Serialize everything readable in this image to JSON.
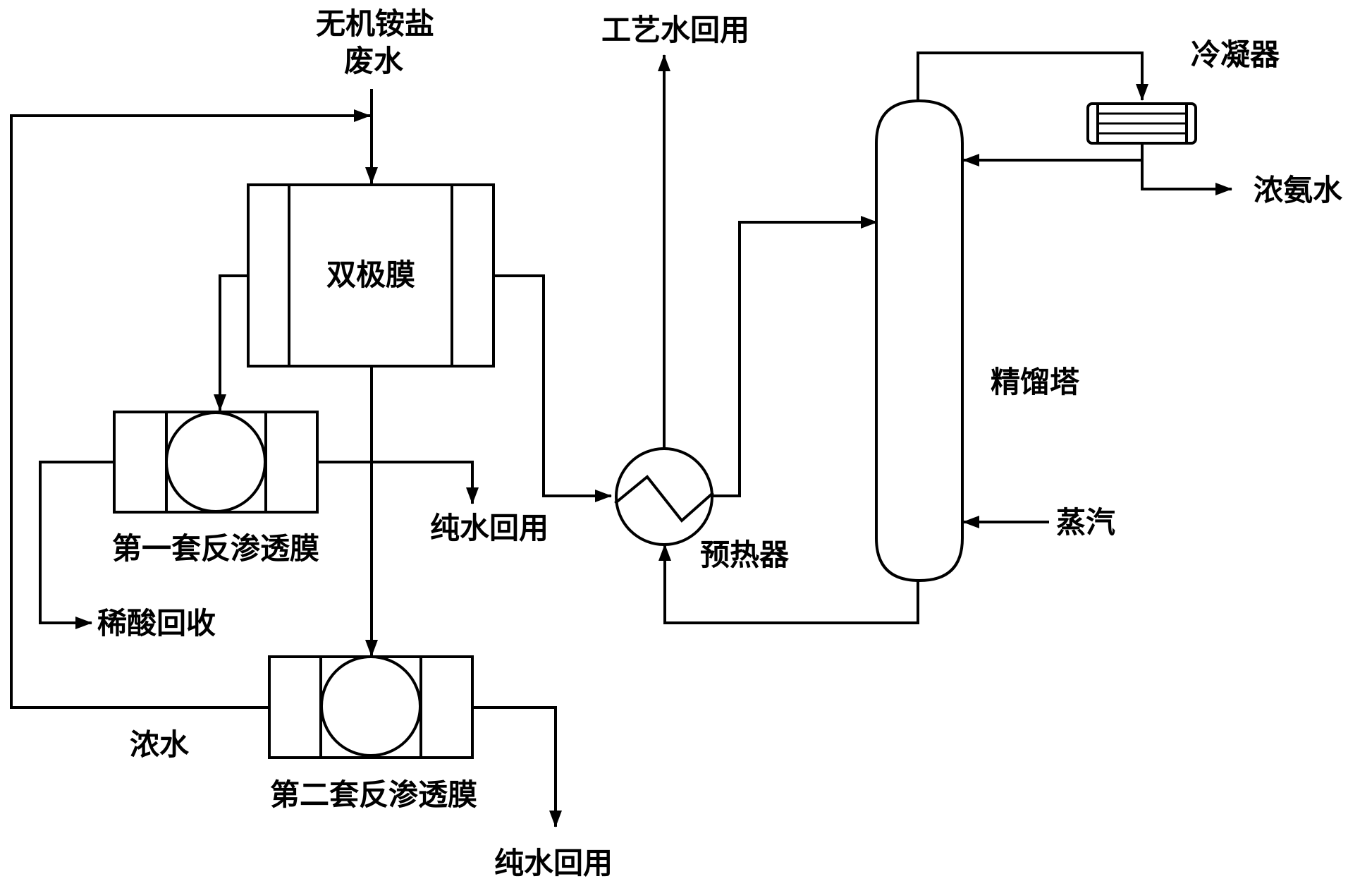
{
  "labels": {
    "feed_line1": "无机铵盐",
    "feed_line2": "废水",
    "bipolar_membrane": "双极膜",
    "ro1": "第一套反渗透膜",
    "ro2": "第二套反渗透膜",
    "pure_water_1": "纯水回用",
    "pure_water_2": "纯水回用",
    "dilute_acid": "稀酸回收",
    "concentrate": "浓水",
    "process_water": "工艺水回用",
    "preheater": "预热器",
    "column": "精馏塔",
    "steam": "蒸汽",
    "condenser": "冷凝器",
    "ammonia": "浓氨水"
  }
}
